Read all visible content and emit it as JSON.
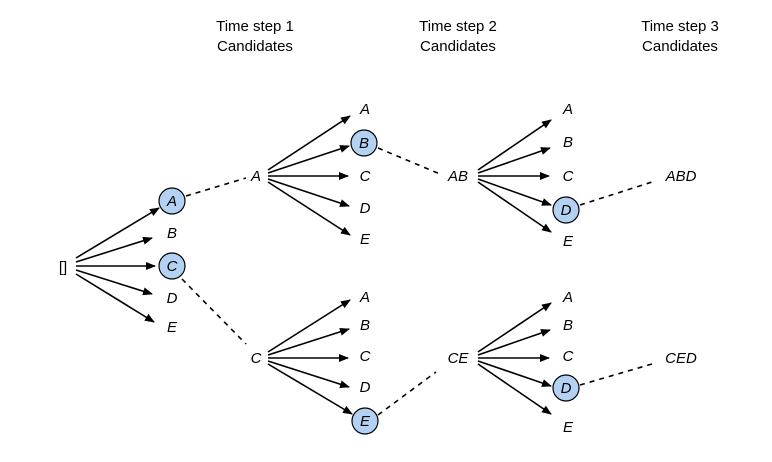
{
  "headers": {
    "step1_line1": "Time step 1",
    "step1_line2": "Candidates",
    "step2_line1": "Time step 2",
    "step2_line2": "Candidates",
    "step3_line1": "Time step 3",
    "step3_line2": "Candidates"
  },
  "root": {
    "label": "[]"
  },
  "step1_candidates": [
    "A",
    "B",
    "C",
    "D",
    "E"
  ],
  "step1_selected": [
    "A",
    "C"
  ],
  "prefix_top": "A",
  "prefix_bottom": "C",
  "step2_top_candidates": [
    "A",
    "B",
    "C",
    "D",
    "E"
  ],
  "step2_bottom_candidates": [
    "A",
    "B",
    "C",
    "D",
    "E"
  ],
  "step2_selected_top": "B",
  "step2_selected_bottom": "E",
  "prefix2_top": "AB",
  "prefix2_bottom": "CE",
  "step3_top_candidates": [
    "A",
    "B",
    "C",
    "D",
    "E"
  ],
  "step3_bottom_candidates": [
    "A",
    "B",
    "C",
    "D",
    "E"
  ],
  "step3_selected_top": "D",
  "step3_selected_bottom": "D",
  "result_top": "ABD",
  "result_bottom": "CED",
  "colors": {
    "selected_fill": "#b3d1f2",
    "line": "#000000"
  }
}
